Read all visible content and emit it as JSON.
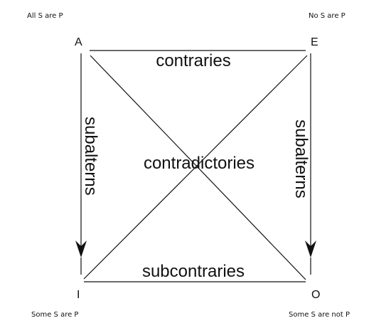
{
  "corners": {
    "A": {
      "letter": "A",
      "proposition": "All S are P"
    },
    "E": {
      "letter": "E",
      "proposition": "No S are P"
    },
    "I": {
      "letter": "I",
      "proposition": "Some S are P"
    },
    "O": {
      "letter": "O",
      "proposition": "Some S are not P"
    }
  },
  "relations": {
    "top": "contraries",
    "bottom": "subcontraries",
    "center": "contradictories",
    "left": "subalterns",
    "right": "subalterns"
  }
}
